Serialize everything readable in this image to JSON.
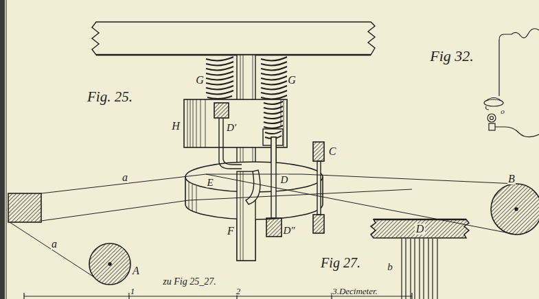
{
  "diagram": {
    "nodes": [
      {
        "text": [
          "D"
        ]
      }
    ],
    "labels": [
      "Fig. 25.",
      "G",
      "G",
      "H",
      "D′",
      "a",
      "E",
      "D",
      "C",
      "B",
      "F",
      "D″",
      "a",
      "A",
      "Fig 27.",
      "b",
      "Fig 32.",
      "o",
      "zu Fig 25_27.",
      "1",
      "2",
      "3.Decimeter."
    ]
  }
}
